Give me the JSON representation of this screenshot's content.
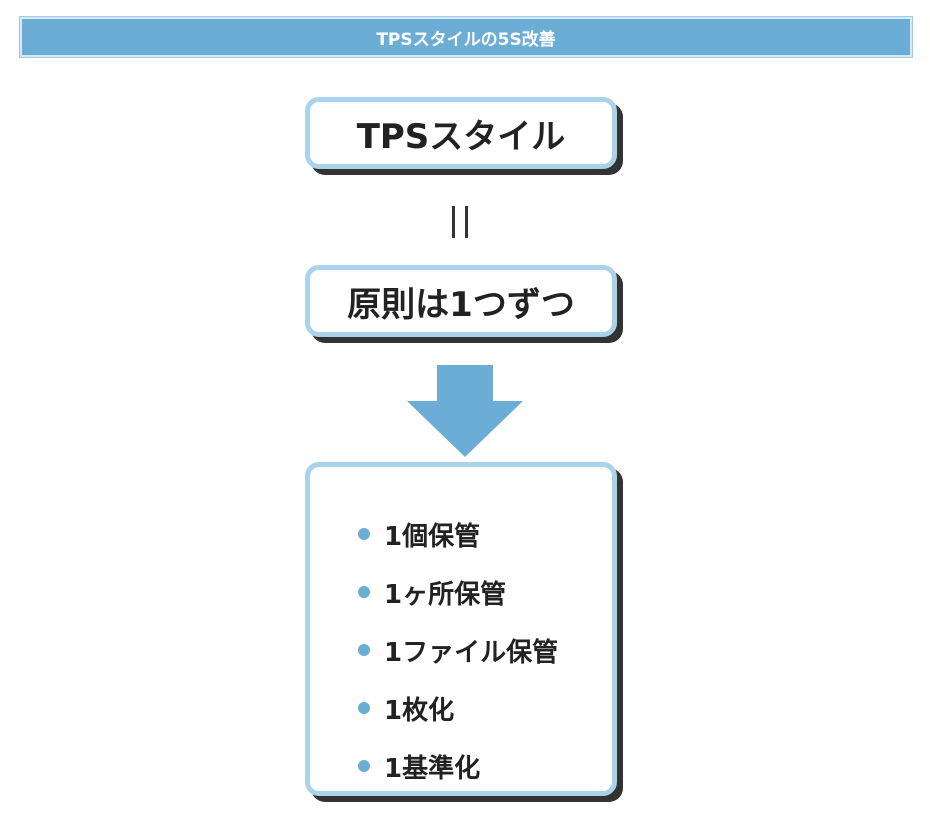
{
  "header": {
    "title": "TPSスタイルの5S改善"
  },
  "box1": {
    "label": "TPSスタイル"
  },
  "box2": {
    "label": "原則は1つずつ"
  },
  "list": {
    "items": [
      "1個保管",
      "1ヶ所保管",
      "1ファイル保管",
      "1枚化",
      "1基準化"
    ]
  },
  "colors": {
    "accent": "#6cadd6",
    "border": "#a9d3ea"
  }
}
